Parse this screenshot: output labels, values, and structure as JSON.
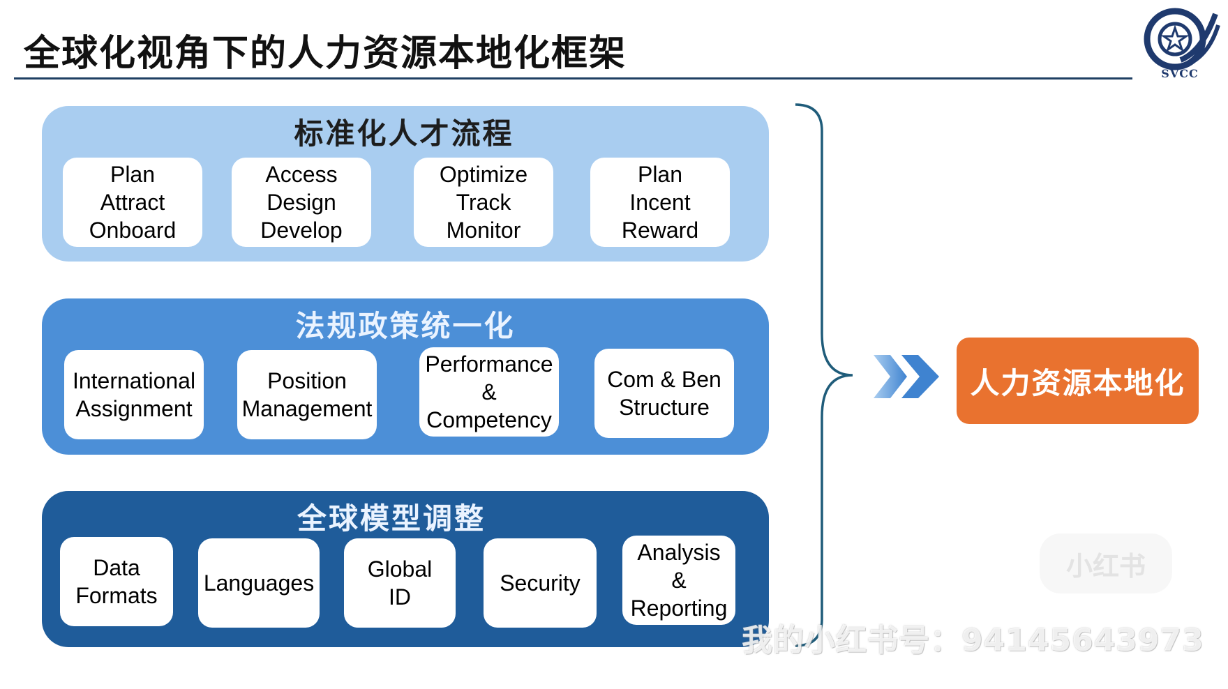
{
  "title": "全球化视角下的人力资源本地化框架",
  "logo_text": "SVCC",
  "sections": [
    {
      "title": "标准化人才流程",
      "cards": [
        {
          "lines": [
            "Plan",
            "Attract",
            "Onboard"
          ]
        },
        {
          "lines": [
            "Access",
            "Design",
            "Develop"
          ]
        },
        {
          "lines": [
            "Optimize",
            "Track",
            "Monitor"
          ]
        },
        {
          "lines": [
            "Plan",
            "Incent",
            "Reward"
          ]
        }
      ]
    },
    {
      "title": "法规政策统一化",
      "cards": [
        {
          "lines": [
            "International",
            "Assignment"
          ]
        },
        {
          "lines": [
            "Position",
            "Management"
          ]
        },
        {
          "lines": [
            "Performance",
            "&",
            "Competency"
          ]
        },
        {
          "lines": [
            "Com & Ben",
            "Structure"
          ]
        }
      ]
    },
    {
      "title": "全球模型调整",
      "cards": [
        {
          "lines": [
            "Data",
            "Formats"
          ]
        },
        {
          "lines": [
            "Languages"
          ]
        },
        {
          "lines": [
            "Global",
            "ID"
          ]
        },
        {
          "lines": [
            "Security"
          ]
        },
        {
          "lines": [
            "Analysis",
            "&",
            "Reporting"
          ]
        }
      ]
    }
  ],
  "result": "人力资源本地化",
  "watermark": {
    "badge": "小红书",
    "text": "我的小红书号：9414564​3973"
  },
  "colors": {
    "panel_light": "#a9cdf0",
    "panel_mid": "#4c8fd7",
    "panel_dark": "#1f5c9a",
    "result": "#e9722f",
    "rule": "#1f3f63"
  }
}
